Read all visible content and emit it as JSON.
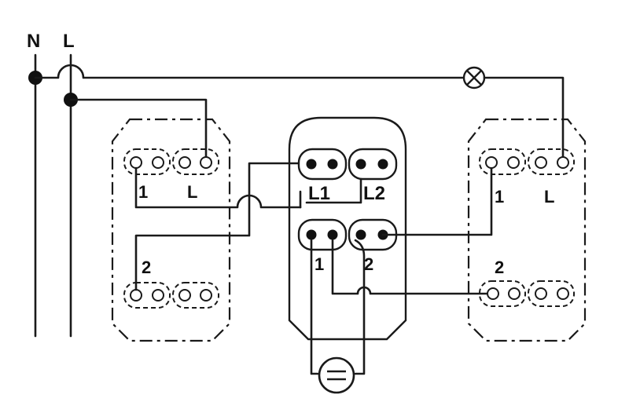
{
  "supply": {
    "neutral_label": "N",
    "line_label": "L"
  },
  "left_switch": {
    "label_1": "1",
    "label_L": "L",
    "label_2": "2"
  },
  "center_switch": {
    "label_L1": "L1",
    "label_L2": "L2",
    "label_1": "1",
    "label_2": "2"
  },
  "right_switch": {
    "label_1": "1",
    "label_L": "L",
    "label_2": "2"
  },
  "components": {
    "lamp_icon": "lamp-icon",
    "indicator_icon": "indicator-icon"
  }
}
